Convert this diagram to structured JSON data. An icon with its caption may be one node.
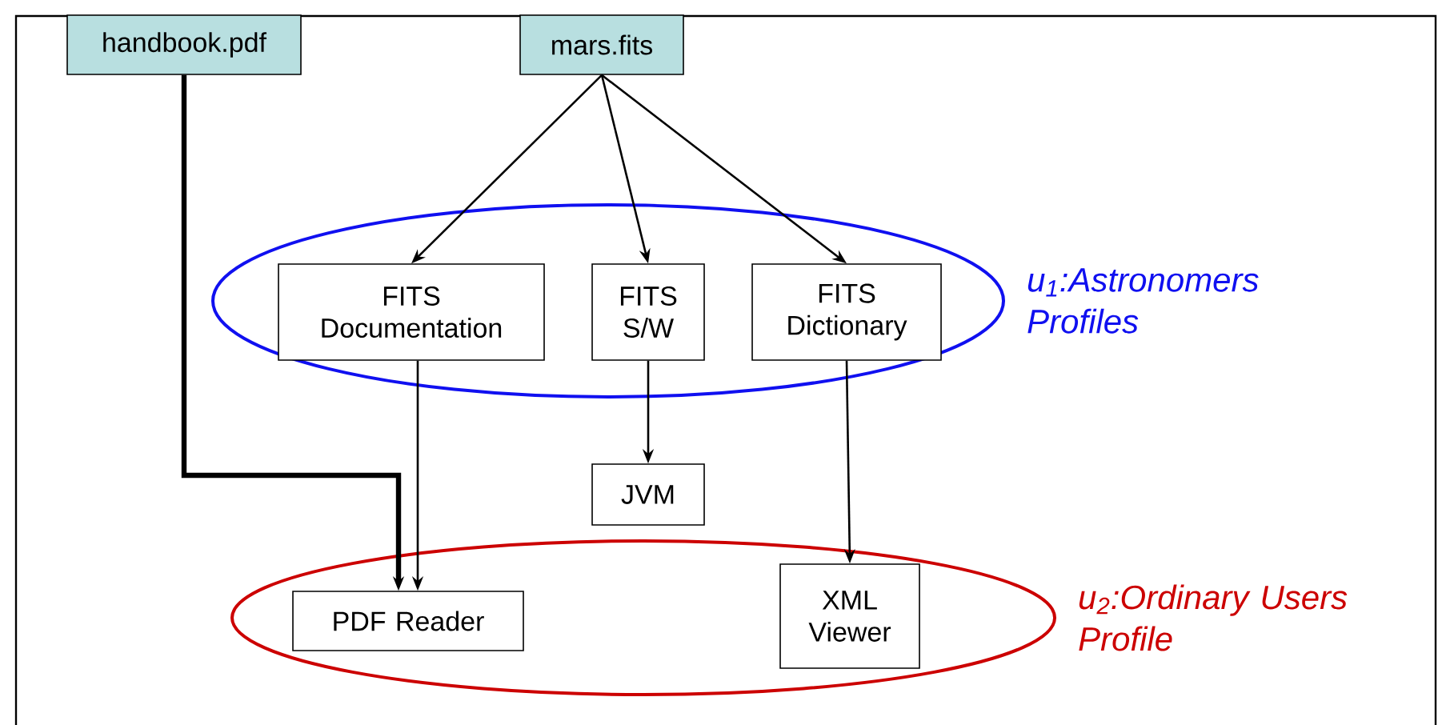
{
  "diagram": {
    "nodes": [
      {
        "text": [
          "handbook.pdf"
        ]
      },
      {
        "text": [
          "mars.fits"
        ]
      },
      {
        "text": [
          "u$_{1}$:Astronomers Profiles"
        ]
      },
      {
        "text": [
          "FITS Documentation"
        ],
        "in": 2
      },
      {
        "text": [
          "FITS S/W"
        ],
        "in": 2
      },
      {
        "text": [
          "FITS Dictionary"
        ],
        "in": 2
      },
      {
        "text": [
          "JVM"
        ]
      },
      {
        "text": [
          "u$_{2}$:Ordinary Users Profile"
        ]
      },
      {
        "text": [
          "PDF Reader"
        ],
        "in": 7
      },
      {
        "text": [
          "XML Viewer"
        ],
        "in": 7
      }
    ],
    "edges": [
      {
        "from": 1,
        "to": 3,
        "arrow": "to"
      },
      {
        "from": 1,
        "to": 4,
        "arrow": "to"
      },
      {
        "from": 1,
        "to": 5,
        "arrow": "to"
      },
      {
        "from": 0,
        "to": 8,
        "arrow": "to",
        "style": "thick"
      },
      {
        "from": 3,
        "to": 8,
        "arrow": "to"
      },
      {
        "from": 4,
        "to": 6,
        "arrow": "to"
      },
      {
        "from": 5,
        "to": 9,
        "arrow": "to"
      }
    ]
  }
}
